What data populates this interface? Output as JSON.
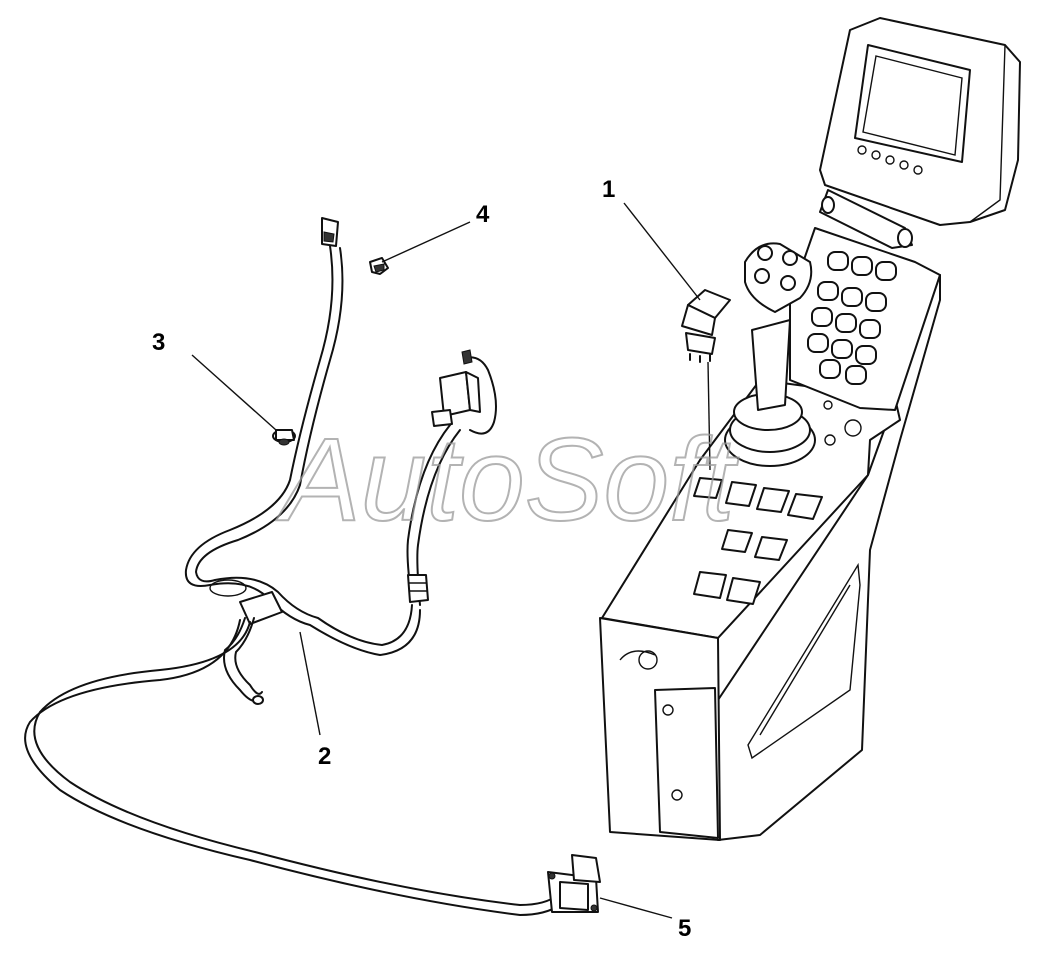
{
  "callouts": [
    {
      "id": "1",
      "text": "1"
    },
    {
      "id": "2",
      "text": "2"
    },
    {
      "id": "3",
      "text": "3"
    },
    {
      "id": "4",
      "text": "4"
    },
    {
      "id": "5",
      "text": "5"
    }
  ],
  "watermark": "AutoSoft"
}
